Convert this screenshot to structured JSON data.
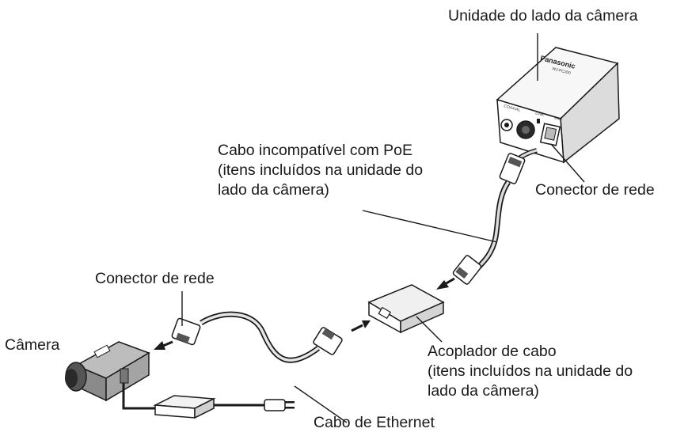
{
  "labels": {
    "camera_side_unit": "Unidade do lado da câmera",
    "poe_cable": [
      "Cabo incompatível com PoE",
      "(itens incluídos na unidade do",
      "lado da câmera)"
    ],
    "network_connector_unit": "Conector de rede",
    "network_connector_camera": "Conector de rede",
    "camera": "Câmera",
    "cable_coupler": [
      "Acoplador de cabo",
      "(itens incluídos na unidade do",
      "lado da câmera)"
    ],
    "ethernet_cable": "Cabo de Ethernet"
  },
  "device": {
    "brand": "Panasonic",
    "model": "WJ-PC200",
    "port_labels": [
      "COAXIAL",
      "LINK",
      "LAN"
    ]
  }
}
